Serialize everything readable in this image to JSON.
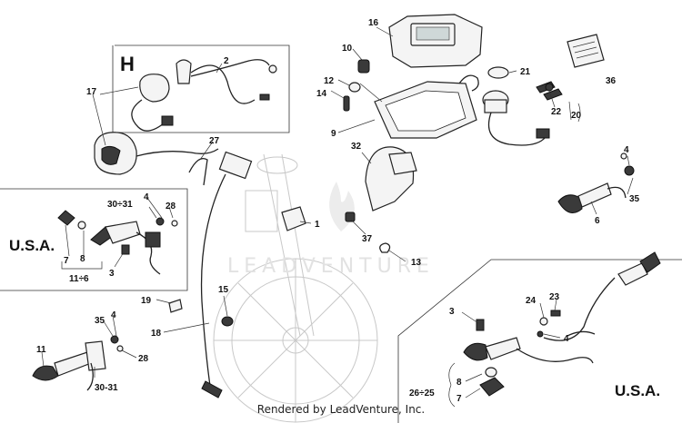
{
  "diagram": {
    "region_labels": {
      "usa_left": "U.S.A.",
      "usa_right": "U.S.A.",
      "h_box": "H"
    },
    "watermark": "LEADVENTURE",
    "footer": "Rendered by LeadVenture, Inc.",
    "callouts": {
      "n1": "1",
      "n2": "2",
      "n3a": "3",
      "n3b": "3",
      "n4a": "4",
      "n4b": "4",
      "n4c": "4",
      "n4d": "4",
      "n6a": "6",
      "n7a": "7",
      "n7b": "7",
      "n8a": "8",
      "n8b": "8",
      "n9": "9",
      "n10": "10",
      "n11": "11",
      "n11r6": "11÷6",
      "n12": "12",
      "n13": "13",
      "n14": "14",
      "n15": "15",
      "n16": "16",
      "n17": "17",
      "n18": "18",
      "n19": "19",
      "n20": "20",
      "n21": "21",
      "n22": "22",
      "n23": "23",
      "n24": "24",
      "n26r25": "26÷25",
      "n27": "27",
      "n28a": "28",
      "n28b": "28",
      "n3031a": "30÷31",
      "n3031b": "30-31",
      "n32": "32",
      "n35a": "35",
      "n35b": "35",
      "n36": "36",
      "n37": "37"
    }
  }
}
